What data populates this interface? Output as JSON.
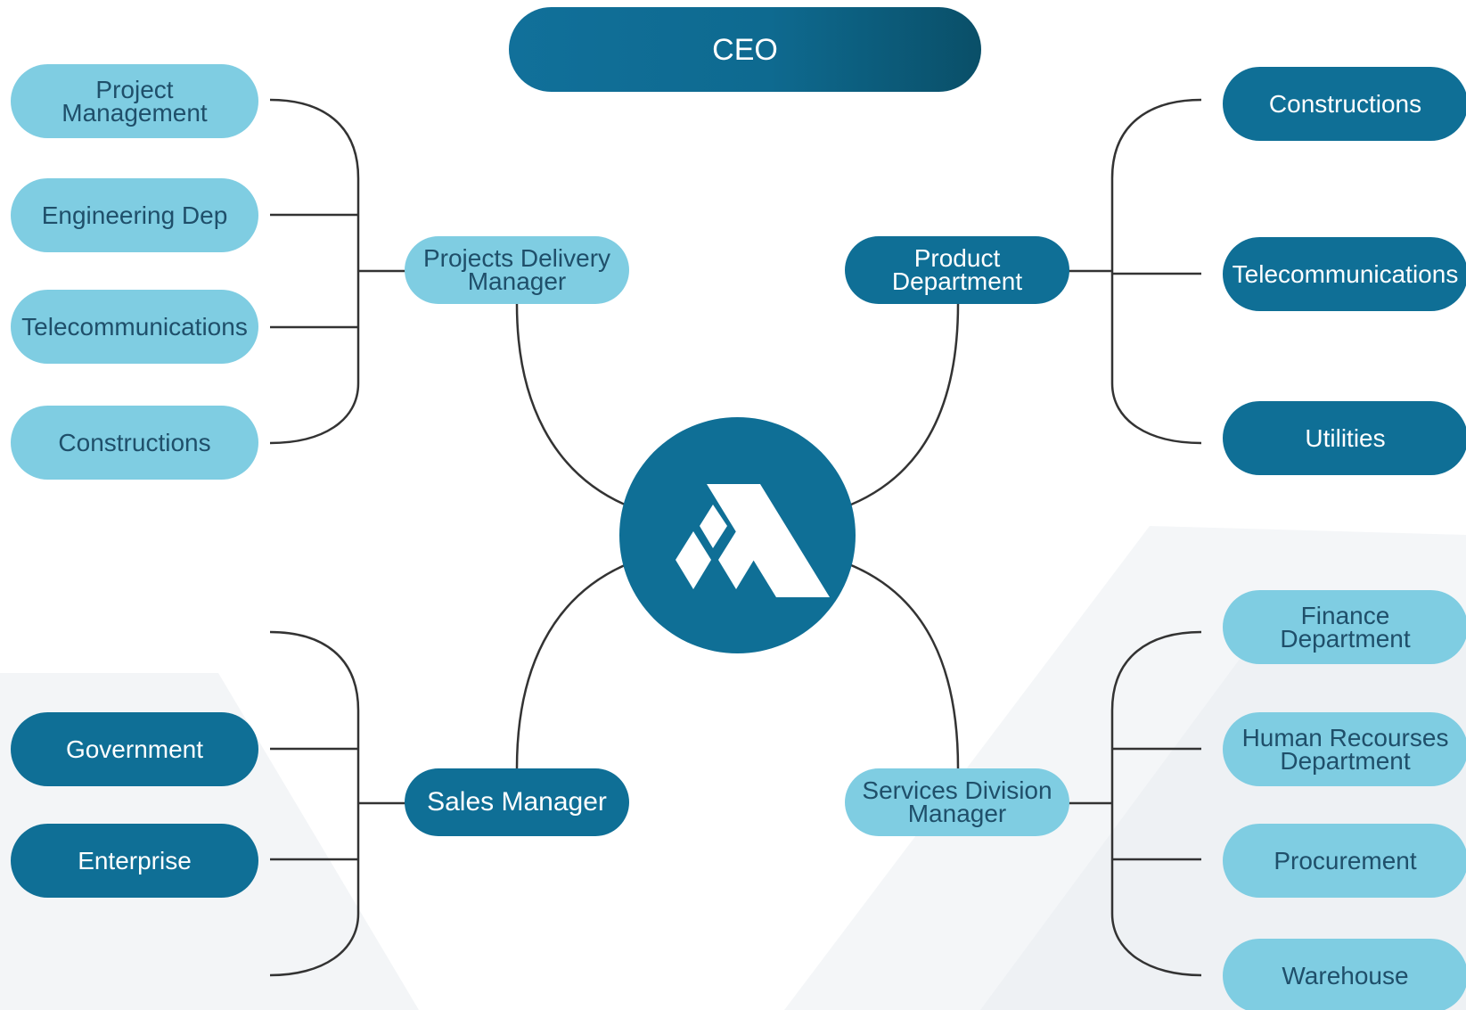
{
  "ceo": "CEO",
  "managers": {
    "projects": "Projects Delivery\nManager",
    "product": "Product\nDepartment",
    "sales": "Sales Manager",
    "services": "Services Division\nManager"
  },
  "projects_children": [
    "Project\nManagement",
    "Engineering Dep",
    "Telecommunications",
    "Constructions"
  ],
  "product_children": [
    "Constructions",
    "Telecommunications",
    "Utilities"
  ],
  "sales_children": [
    "Government",
    "Enterprise"
  ],
  "services_children": [
    "Finance\nDepartment",
    "Human Recourses\nDepartment",
    "Procurement",
    "Warehouse"
  ],
  "colors": {
    "light": "#7fcde2",
    "dark": "#0f6f96",
    "ceo_end": "#0a4f68",
    "line": "#333333"
  },
  "logo_icon": "mountain-logo-icon"
}
